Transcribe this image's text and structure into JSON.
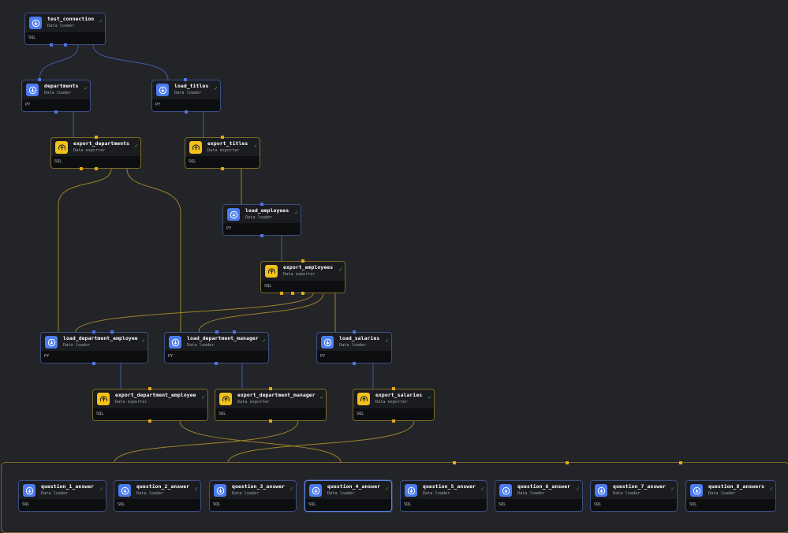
{
  "colors": {
    "background": "#232428",
    "loader_accent": "#4c7cf0",
    "exporter_accent": "#f2c21b",
    "loader_edge": "#3f5aa8",
    "exporter_edge": "#9c8329",
    "success": "#3fbf3f"
  },
  "icons": {
    "loader": "download-circle-icon",
    "exporter": "upload-circle-icon",
    "status": "check-icon"
  },
  "nodes": {
    "test_connection": {
      "name": "test_connection",
      "type": "Data loader",
      "lang": "SQL",
      "status": "✓"
    },
    "departments": {
      "name": "departments",
      "type": "Data loader",
      "lang": "PY",
      "status": "✓"
    },
    "load_titles": {
      "name": "load_titles",
      "type": "Data loader",
      "lang": "PY",
      "status": "✓"
    },
    "export_departments": {
      "name": "export_departments",
      "type": "Data exporter",
      "lang": "SQL",
      "status": "✓"
    },
    "export_titles": {
      "name": "export_titles",
      "type": "Data exporter",
      "lang": "SQL",
      "status": "✓"
    },
    "load_employees": {
      "name": "load_employees",
      "type": "Data loader",
      "lang": "PY",
      "status": "✓"
    },
    "export_employees": {
      "name": "export_employees",
      "type": "Data exporter",
      "lang": "SQL",
      "status": "✓"
    },
    "load_department_employee": {
      "name": "load_department_employee",
      "type": "Data loader",
      "lang": "PY",
      "status": "✓"
    },
    "load_department_manager": {
      "name": "load_department_manager",
      "type": "Data loader",
      "lang": "PY",
      "status": "✓"
    },
    "load_salaries": {
      "name": "load_salaries",
      "type": "Data loader",
      "lang": "PY",
      "status": "✓"
    },
    "export_department_employee": {
      "name": "export_department_employee",
      "type": "Data exporter",
      "lang": "SQL",
      "status": "✓"
    },
    "export_department_manager": {
      "name": "export_department_manager",
      "type": "Data exporter",
      "lang": "SQL",
      "status": "✓"
    },
    "export_salaries": {
      "name": "export_salaries",
      "type": "Data exporter",
      "lang": "SQL",
      "status": "✓"
    },
    "question_1_answer": {
      "name": "question_1_answer",
      "type": "Data loader",
      "lang": "SQL",
      "status": "✓"
    },
    "question_2_answer": {
      "name": "question_2_answer",
      "type": "Data loader",
      "lang": "SQL",
      "status": "✓"
    },
    "question_3_answer": {
      "name": "question_3_answer",
      "type": "Data loader",
      "lang": "SQL",
      "status": "✓"
    },
    "question_4_answer": {
      "name": "question_4_answer",
      "type": "Data loader",
      "lang": "SQL",
      "status": "✓"
    },
    "question_5_answer": {
      "name": "question_5_answer",
      "type": "Data loader",
      "lang": "SQL",
      "status": "✓"
    },
    "question_6_answer": {
      "name": "question_6_answer",
      "type": "Data loader",
      "lang": "SQL",
      "status": "✓"
    },
    "question_7_answer": {
      "name": "question_7_answer",
      "type": "Data loader",
      "lang": "SQL",
      "status": "✓"
    },
    "question_8_answers": {
      "name": "question_8_answers",
      "type": "Data loader",
      "lang": "SQL",
      "status": "✓"
    }
  }
}
